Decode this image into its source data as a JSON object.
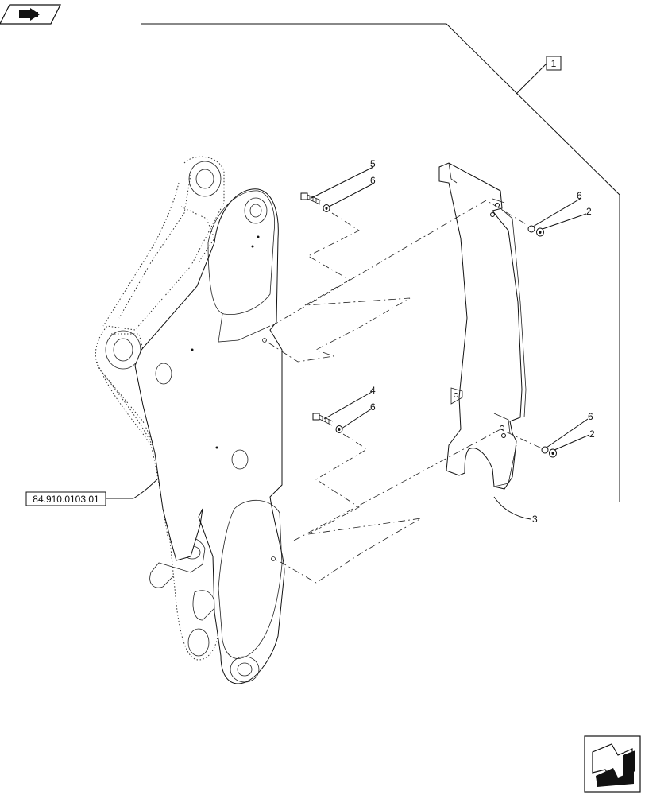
{
  "callouts": {
    "assembly": "1",
    "part_2_upper": "2",
    "part_2_lower": "2",
    "part_3": "3",
    "part_4": "4",
    "part_5": "5",
    "part_6_upper_bolt": "6",
    "part_6_upper_right": "6",
    "part_6_lower_bolt": "6",
    "part_6_lower_right": "6"
  },
  "reference_box": "84.910.0103 01",
  "icons": {
    "top_left": "previous-page-icon",
    "bottom_right": "next-page-icon"
  }
}
